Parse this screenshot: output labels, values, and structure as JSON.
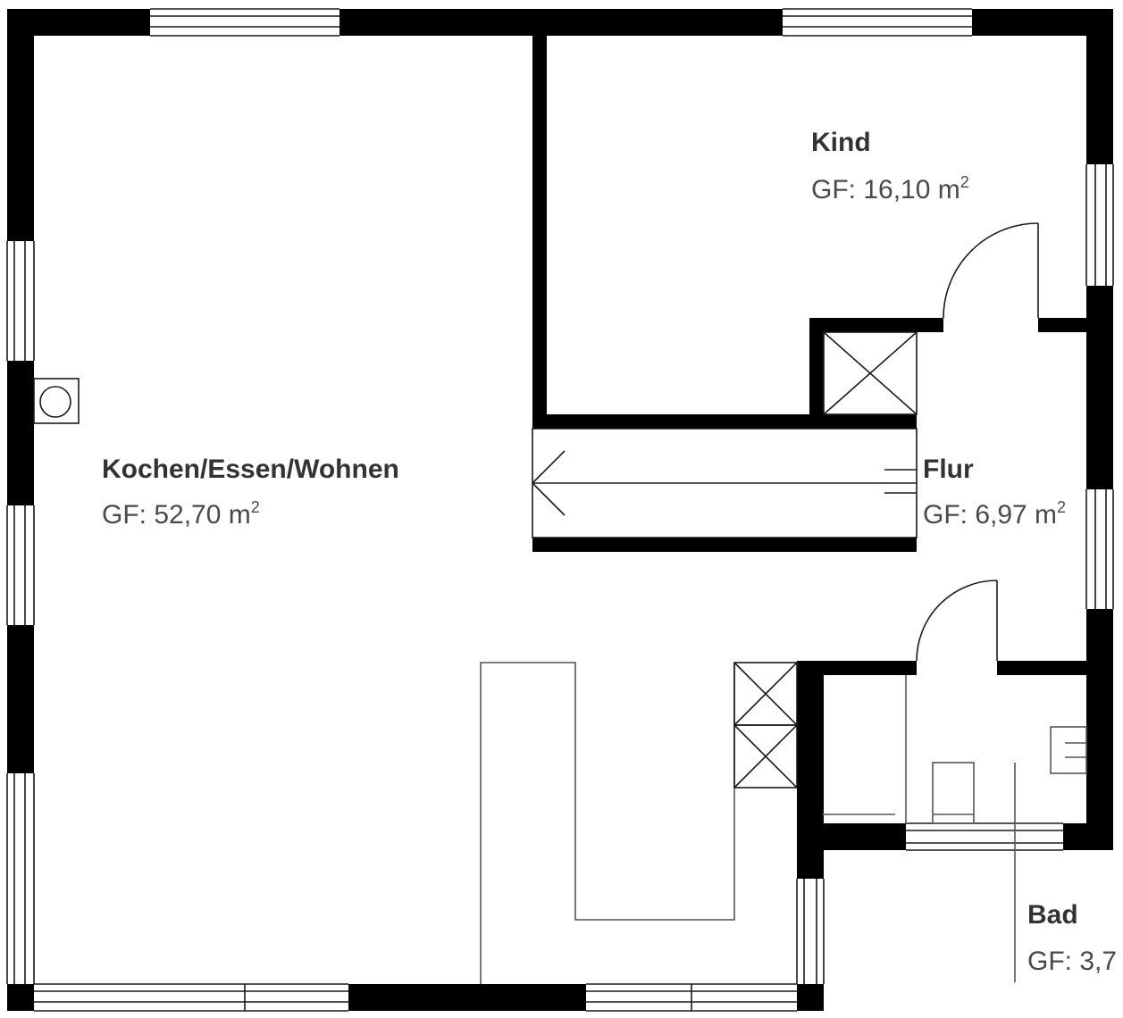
{
  "rooms": {
    "living": {
      "name": "Kochen/Essen/Wohnen",
      "area_prefix": "GF: 52,70 m",
      "area_sup": "2"
    },
    "kind": {
      "name": "Kind",
      "area_prefix": "GF: 16,10 m",
      "area_sup": "2"
    },
    "flur": {
      "name": "Flur",
      "area_prefix": "GF: 6,97 m",
      "area_sup": "2"
    },
    "bad": {
      "name": "Bad",
      "area_prefix": "GF: 3,7"
    }
  },
  "colors": {
    "wall": "#000000",
    "lines": "#1a1a1a",
    "name_text": "#333333",
    "area_text": "#4a4a4a"
  }
}
